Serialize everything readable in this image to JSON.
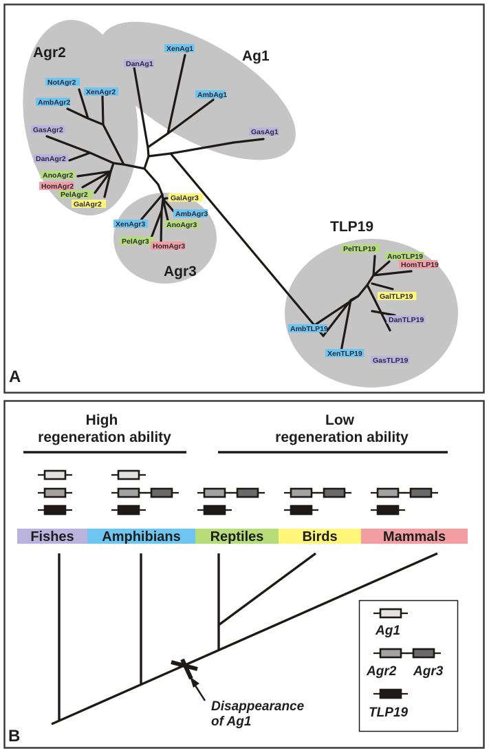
{
  "colors": {
    "fish": "#b9b3de",
    "amphibian": "#6ec6f0",
    "reptile": "#b7dd7b",
    "bird": "#fff67a",
    "mammal": "#f29ea2",
    "cluster": "#c6c5c6",
    "ag1_gene": "#e2e2e2",
    "agr2_gene": "#a2a2a2",
    "agr3_gene": "#6a6a6a",
    "tlp19_gene": "#1e1a18"
  },
  "panelA": {
    "letter": "A",
    "clusters": [
      {
        "id": "agr2",
        "name": "Agr2"
      },
      {
        "id": "ag1",
        "name": "Ag1"
      },
      {
        "id": "agr3",
        "name": "Agr3"
      },
      {
        "id": "tlp19",
        "name": "TLP19"
      }
    ],
    "leaves": [
      {
        "label": "NotAgr2",
        "group": "amphibian"
      },
      {
        "label": "XenAgr2",
        "group": "amphibian"
      },
      {
        "label": "AmbAgr2",
        "group": "amphibian"
      },
      {
        "label": "GasAgr2",
        "group": "fish"
      },
      {
        "label": "DanAgr2",
        "group": "fish"
      },
      {
        "label": "AnoAgr2",
        "group": "reptile"
      },
      {
        "label": "HomAgr2",
        "group": "mammal"
      },
      {
        "label": "PelAgr2",
        "group": "reptile"
      },
      {
        "label": "GalAgr2",
        "group": "bird"
      },
      {
        "label": "DanAg1",
        "group": "fish"
      },
      {
        "label": "XenAg1",
        "group": "amphibian"
      },
      {
        "label": "AmbAg1",
        "group": "amphibian"
      },
      {
        "label": "GasAg1",
        "group": "fish"
      },
      {
        "label": "GalAgr3",
        "group": "bird"
      },
      {
        "label": "AmbAgr3",
        "group": "amphibian"
      },
      {
        "label": "XenAgr3",
        "group": "amphibian"
      },
      {
        "label": "AnoAgr3",
        "group": "reptile"
      },
      {
        "label": "PelAgr3",
        "group": "reptile"
      },
      {
        "label": "HomAgr3",
        "group": "mammal"
      },
      {
        "label": "PelTLP19",
        "group": "reptile"
      },
      {
        "label": "AnoTLP19",
        "group": "reptile"
      },
      {
        "label": "HomTLP19",
        "group": "mammal"
      },
      {
        "label": "GalTLP19",
        "group": "bird"
      },
      {
        "label": "DanTLP19",
        "group": "fish"
      },
      {
        "label": "AmbTLP19",
        "group": "amphibian"
      },
      {
        "label": "XenTLP19",
        "group": "amphibian"
      },
      {
        "label": "GasTLP19",
        "group": "fish"
      }
    ]
  },
  "panelB": {
    "letter": "B",
    "high_label_1": "High",
    "high_label_2": "regeneration ability",
    "low_label_1": "Low",
    "low_label_2": "regeneration ability",
    "groups": [
      {
        "name": "Fishes",
        "color_key": "fish",
        "genes": {
          "ag1": true,
          "agr2": true,
          "agr3": false,
          "tlp19": true
        }
      },
      {
        "name": "Amphibians",
        "color_key": "amphibian",
        "genes": {
          "ag1": true,
          "agr2": true,
          "agr3": true,
          "tlp19": true
        }
      },
      {
        "name": "Reptiles",
        "color_key": "reptile",
        "genes": {
          "ag1": false,
          "agr2": true,
          "agr3": true,
          "tlp19": true
        }
      },
      {
        "name": "Birds",
        "color_key": "bird",
        "genes": {
          "ag1": false,
          "agr2": true,
          "agr3": true,
          "tlp19": true
        }
      },
      {
        "name": "Mammals",
        "color_key": "mammal",
        "genes": {
          "ag1": false,
          "agr2": true,
          "agr3": true,
          "tlp19": true
        }
      }
    ],
    "annotation_1": "Disappearance",
    "annotation_2": "of Ag1",
    "legend": {
      "ag1": "Ag1",
      "agr2": "Agr2",
      "agr3": "Agr3",
      "tlp19": "TLP19"
    }
  }
}
